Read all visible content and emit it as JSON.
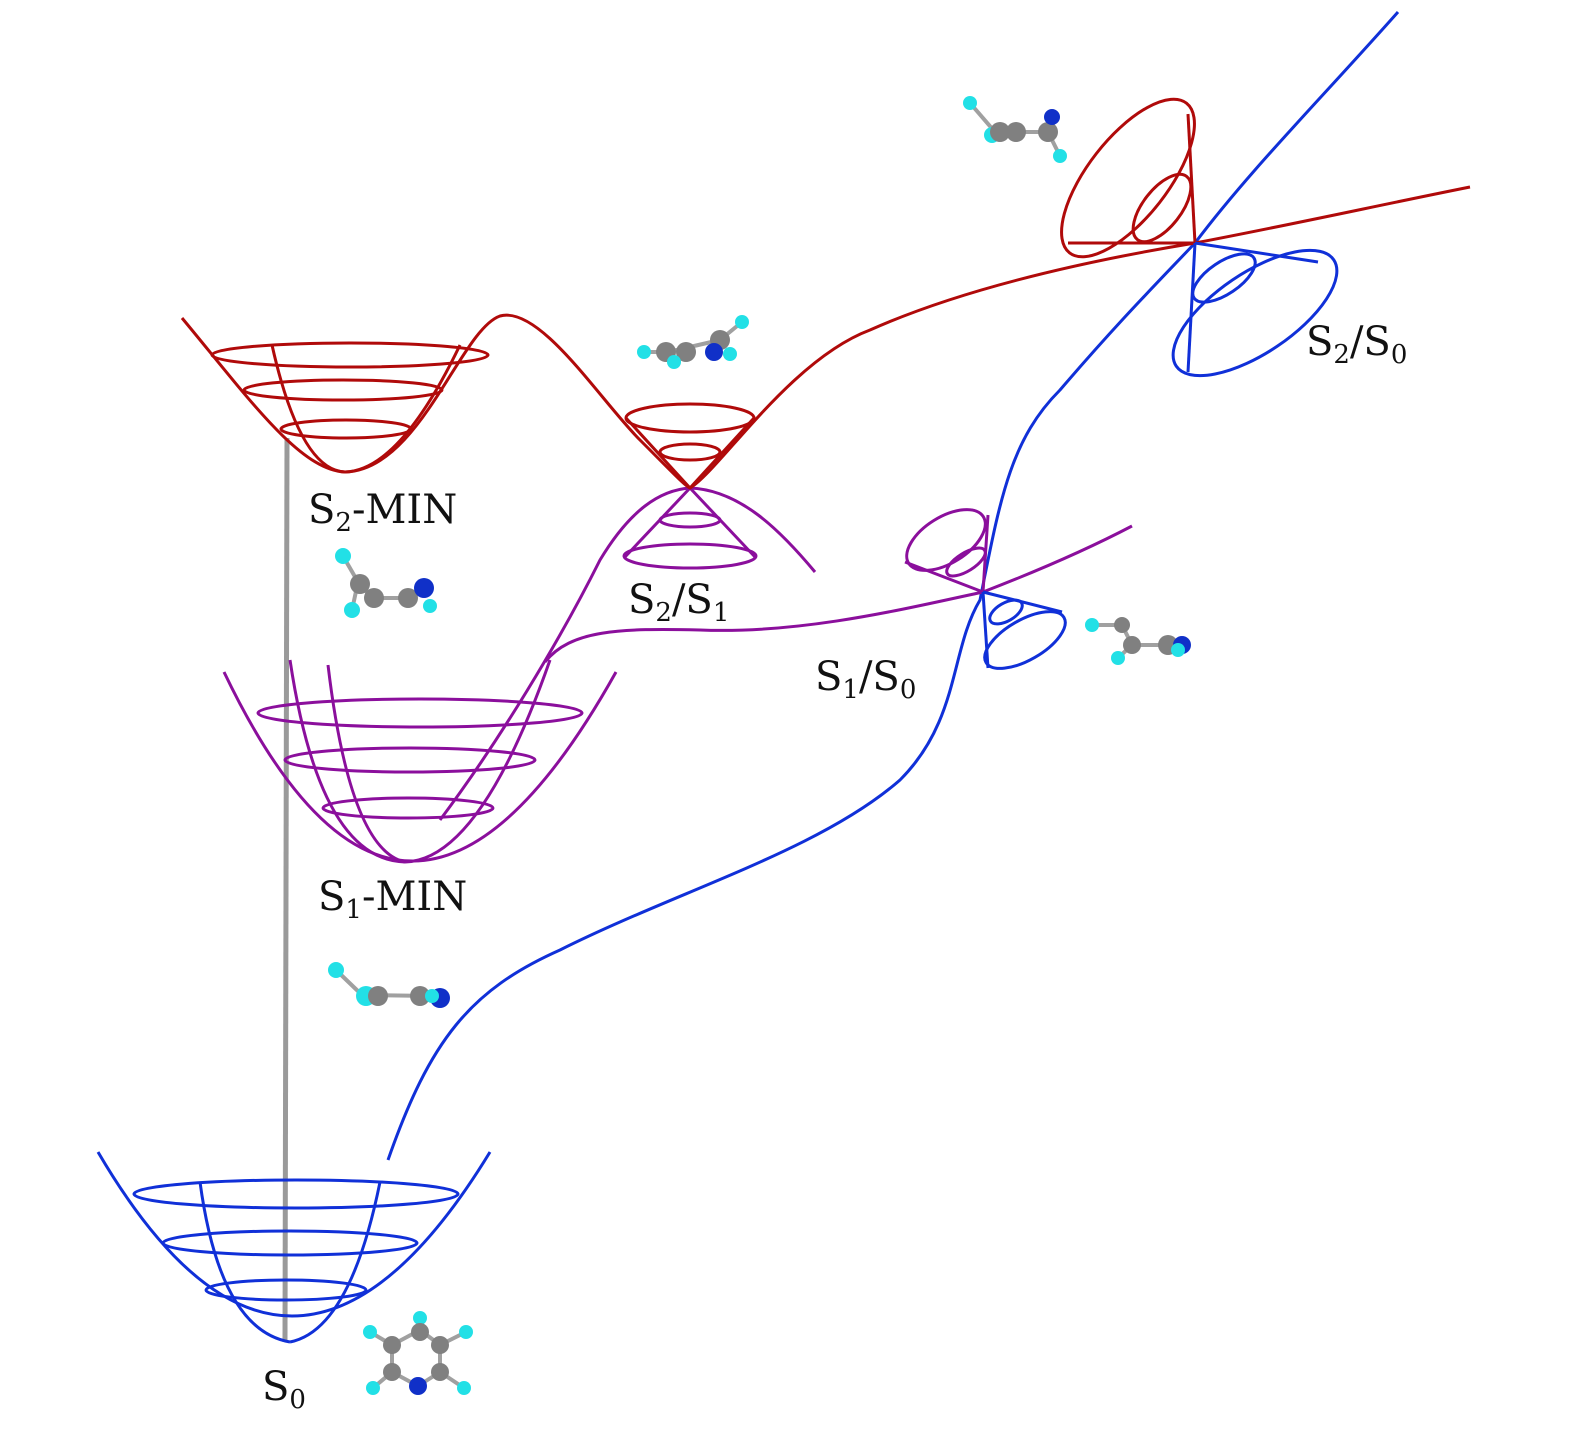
{
  "colors": {
    "s2": "#b00a0a",
    "s1": "#8b0f9c",
    "s0": "#1030d8",
    "vertical": "#9a9a9a",
    "carbon": "#808080",
    "hydrogen": "#22e0e6",
    "nitrogen": "#1030c8",
    "bond": "#a0a0a0"
  },
  "labels": {
    "s2_min": {
      "main": "S",
      "sub": "2",
      "rest": "-MIN"
    },
    "s1_min": {
      "main": "S",
      "sub": "1",
      "rest": "-MIN"
    },
    "s0": {
      "main": "S",
      "sub": "0",
      "rest": ""
    },
    "s2s1": {
      "a": "S",
      "a_sub": "2",
      "b": "/S",
      "b_sub": "1"
    },
    "s1s0": {
      "a": "S",
      "a_sub": "1",
      "b": "/S",
      "b_sub": "0"
    },
    "s2s0": {
      "a": "S",
      "a_sub": "2",
      "b": "/S",
      "b_sub": "0"
    }
  },
  "molecules": [
    {
      "name": "molecule-s0-pyridine"
    },
    {
      "name": "molecule-s1-min"
    },
    {
      "name": "molecule-s2-min"
    },
    {
      "name": "molecule-s2s1"
    },
    {
      "name": "molecule-s1s0"
    },
    {
      "name": "molecule-s2s0"
    }
  ]
}
